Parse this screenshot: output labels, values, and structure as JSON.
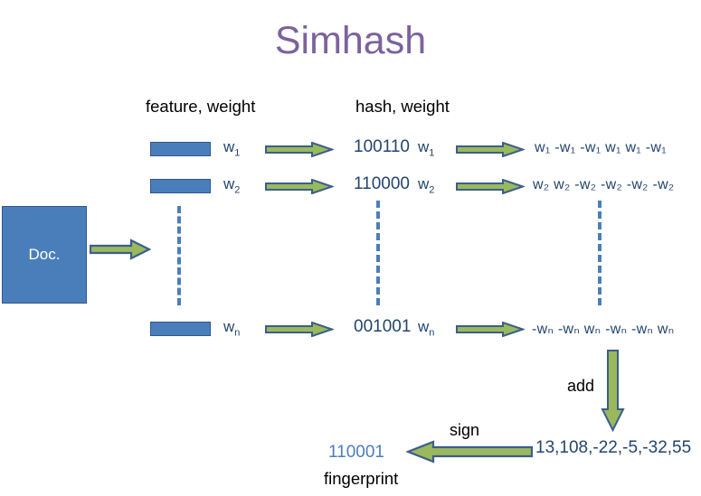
{
  "slide": {
    "title": "Simhash",
    "title_color": "#7d629e",
    "background": "#ffffff"
  },
  "palette": {
    "box_fill": "#4a7ebb",
    "box_stroke": "#30588c",
    "arrow_fill": "#9ab85c",
    "arrow_stroke": "#3b5e8c",
    "text_navy": "#23456e",
    "text_black": "#000000",
    "dash_blue": "#4a7ebb"
  },
  "headings": {
    "feature_weight": "feature, weight",
    "hash_weight": "hash, weight"
  },
  "document": {
    "label": "Doc."
  },
  "rows": [
    {
      "feature_weight_label": "w",
      "feature_weight_sub": "1",
      "hash": "100110",
      "hash_weight_label": "w",
      "hash_weight_sub": "1",
      "signed_vector": "w₁ -w₁ -w₁ w₁ w₁ -w₁"
    },
    {
      "feature_weight_label": "w",
      "feature_weight_sub": "2",
      "hash": "110000",
      "hash_weight_label": "w",
      "hash_weight_sub": "2",
      "signed_vector": "w₂ w₂ -w₂ -w₂ -w₂ -w₂"
    },
    {
      "feature_weight_label": "w",
      "feature_weight_sub": "n",
      "hash": "001001",
      "hash_weight_label": "w",
      "hash_weight_sub": "n",
      "signed_vector": "-wₙ -wₙ wₙ -wₙ -wₙ wₙ"
    }
  ],
  "operations": {
    "add_label": "add",
    "sign_label": "sign"
  },
  "results": {
    "sum_vector": "13,108,-22,-5,-32,55",
    "fingerprint_value": "110001",
    "fingerprint_label": "fingerprint"
  }
}
